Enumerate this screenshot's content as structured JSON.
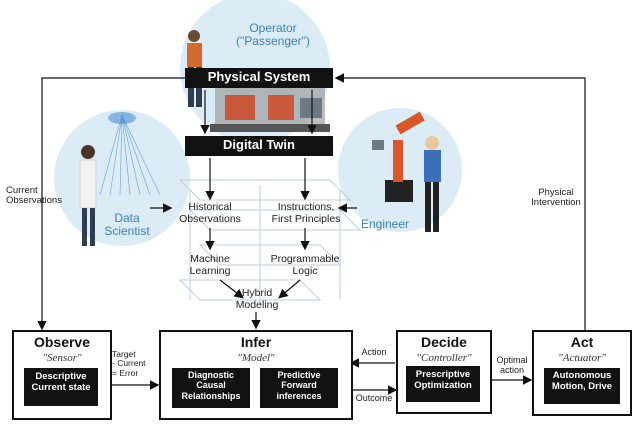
{
  "top": {
    "operator": "Operator\n(\"Passenger\")",
    "physical_system": "Physical System",
    "digital_twin": "Digital Twin",
    "data_scientist": "Data\nScientist",
    "engineer": "Engineer"
  },
  "flows": {
    "historical": "Historical\nObservations",
    "instructions": "Instructions,\nFirst Principles",
    "ml": "Machine\nLearning",
    "programmable": "Programmable\nLogic",
    "hybrid": "Hybrid\nModeling"
  },
  "side_labels": {
    "current_observations": "Current\nObservations",
    "physical_intervention": "Physical\nIntervention",
    "target": "Target\n- Current\n= Error",
    "action": "Action",
    "outcome": "Outcome",
    "optimal_action": "Optimal\naction"
  },
  "boxes": {
    "observe": {
      "title": "Observe",
      "subtitle": "\"Sensor\"",
      "inner": "Descriptive\nCurrent state"
    },
    "infer": {
      "title": "Infer",
      "subtitle": "\"Model\"",
      "inner1": "Diagnostic\nCausal\nRelationships",
      "inner2": "Predictive\nForward\ninferences"
    },
    "decide": {
      "title": "Decide",
      "subtitle": "\"Controller\"",
      "inner": "Prescriptive\nOptimization"
    },
    "act": {
      "title": "Act",
      "subtitle": "\"Actuator\"",
      "inner": "Autonomous\nMotion, Drive"
    }
  },
  "colors": {
    "accent_blue": "#3b80b8",
    "circle_fill": "#dcecf7",
    "box_fill": "#111111"
  }
}
